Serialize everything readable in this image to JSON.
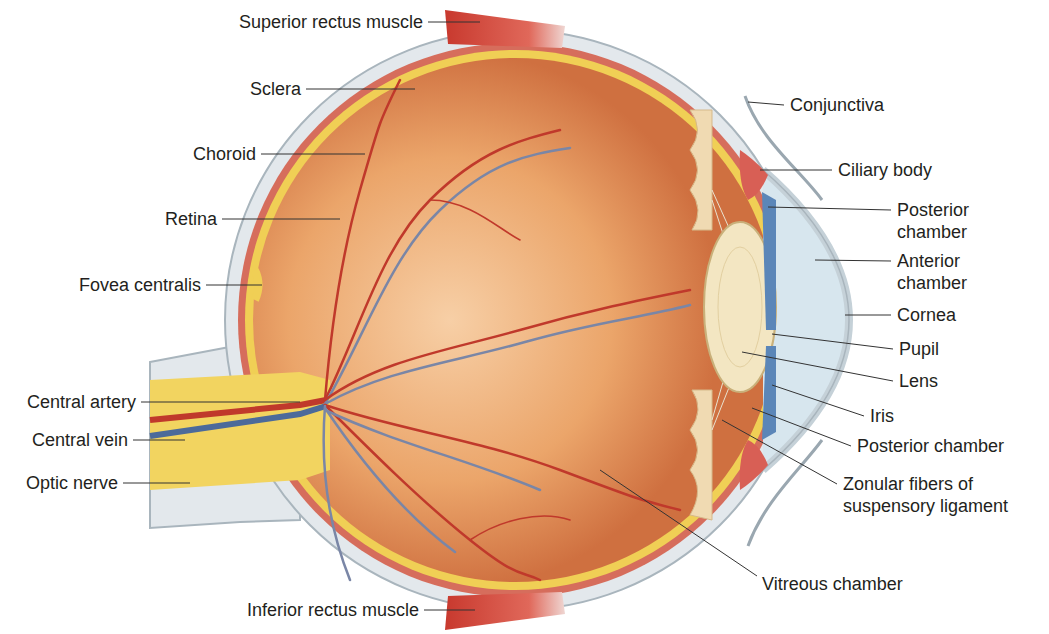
{
  "diagram": {
    "labels": [
      "Superior rectus muscle",
      "Sclera",
      "Conjunctiva",
      "Choroid",
      "Ciliary body",
      "Retina",
      "Posterior chamber",
      "Anterior chamber",
      "Fovea centralis",
      "Cornea",
      "Pupil",
      "Lens",
      "Central artery",
      "Iris",
      "Central vein",
      "Posterior chamber",
      "Optic nerve",
      "Zonular fibers of suspensory ligament",
      "Vitreous chamber",
      "Inferior rectus muscle"
    ]
  }
}
